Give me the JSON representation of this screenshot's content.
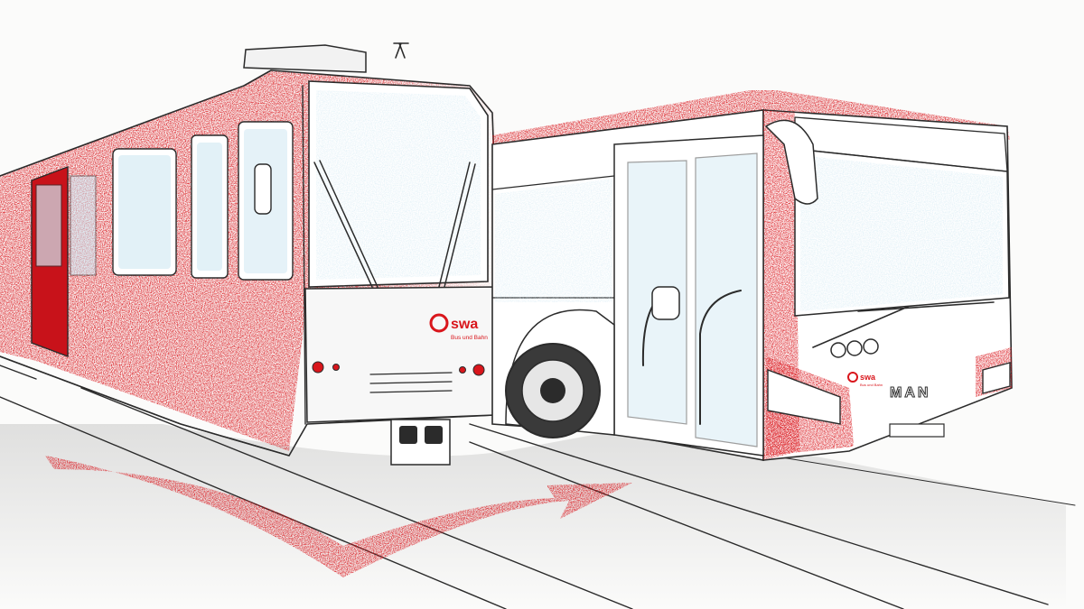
{
  "illustration": {
    "tram_logo": {
      "brand": "swa",
      "tagline": "Bus und Bahn"
    },
    "bus_logo": {
      "brand": "swa",
      "tagline": "Bus und Bahn"
    },
    "bus_badge": "MAN"
  },
  "colors": {
    "brand_red": "#d9161c",
    "glass_blue": "#cfe7f2",
    "ink": "#2b2b2b",
    "paper": "#fbfbfa"
  }
}
